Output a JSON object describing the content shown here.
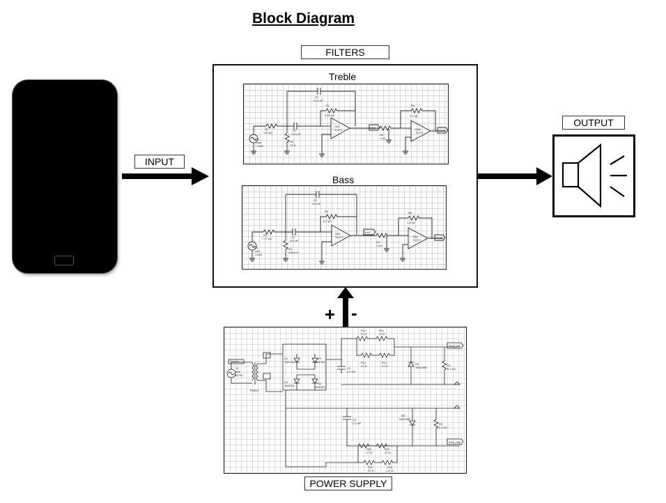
{
  "title": "Block Diagram",
  "labels": {
    "filters": "FILTERS",
    "input": "INPUT",
    "output": "OUTPUT",
    "power_supply": "POWER SUPPLY"
  },
  "circuits": {
    "treble": "Treble",
    "bass": "Bass"
  },
  "polarity": {
    "plus": "+",
    "minus": "-"
  },
  "treble_parts": [
    "C2",
    "21.8 nF",
    "R2",
    "9.65 kΩ",
    "R1",
    "176 kΩ",
    "C1",
    "21.8 nF",
    "R3",
    "74 Ω",
    "OA1",
    "TL071",
    "Vout",
    "R4",
    "1 kΩ",
    "R5",
    "2.2 kΩ",
    "OA2",
    "TL071",
    "Vout2",
    "V1",
    "sine",
    "1 kHz"
  ],
  "bass_parts": [
    "C2",
    "470 nF",
    "R2",
    "6.7 kΩ",
    "R1",
    "7.77 kΩ",
    "C1",
    "470 nF",
    "R3",
    "338.6 Ω",
    "OA1",
    "TL071",
    "Vout",
    "R4",
    "1 kΩ",
    "R5",
    "1.5 kΩ",
    "OA2",
    "TL071",
    "Vout2",
    "V1",
    "sine",
    "1 kHz"
  ],
  "ps_parts": [
    "Rx1",
    "27 Ω",
    "Rx1",
    "27 Ω",
    "Rx1",
    "27 Ω",
    "Rx1",
    "27 Ω",
    "D1",
    "1N4004",
    "D3",
    "1N4004",
    "D2",
    "1N4004",
    "D4",
    "1N4004",
    "C1",
    "2.2 mF",
    "D5",
    "1N5240B",
    "R1",
    "5.1 kΩ",
    "Vout_pos",
    "Source",
    "V1",
    "sine",
    "60 Hz",
    "TFMR1",
    "C2",
    "2.2 mF",
    "D6",
    "1N5240B",
    "R2",
    "5.1 kΩ",
    "Vout_neg",
    "Rx2",
    "27 Ω",
    "Rx2",
    "27 Ω",
    "Rx2",
    "27 Ω",
    "Rx2",
    "27 Ω"
  ]
}
